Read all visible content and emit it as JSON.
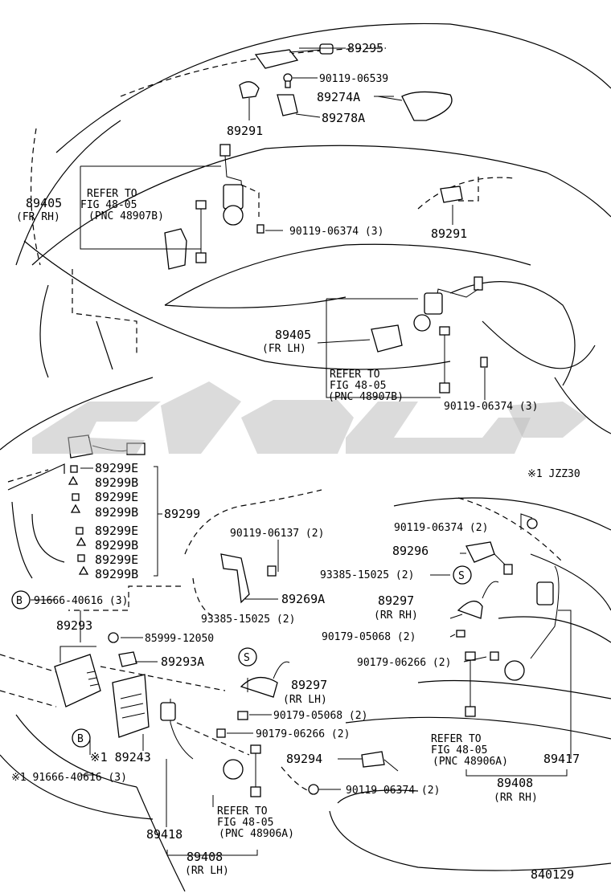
{
  "parts": {
    "p89295": "89295",
    "p90119_06539": "90119-06539",
    "p89274A": "89274A",
    "p89291_top": "89291",
    "p89278A": "89278A",
    "p89405_rh": "89405",
    "fr_rh": "(FR RH)",
    "refer1_a": "REFER TO",
    "refer1_b": "FIG 48-05",
    "refer1_c": "(PNC 48907B)",
    "p90119_06374_a": "90119-06374 (3)",
    "p89291_right": "89291",
    "p89405_lh": "89405",
    "fr_lh": "(FR LH)",
    "refer2_a": "REFER TO",
    "refer2_b": "FIG 48-05",
    "refer2_c": "(PNC 48907B)",
    "p90119_06374_b": "90119-06374 (3)",
    "jzz30": "※1 JZZ30",
    "p89299E_1": "89299E",
    "p89299B_1": "89299B",
    "p89299E_2": "89299E",
    "p89299B_2": "89299B",
    "p89299": "89299",
    "p89299E_3": "89299E",
    "p89299B_3": "89299B",
    "p89299E_4": "89299E",
    "p89299B_4": "89299B",
    "p90119_06137": "90119-06137 (2)",
    "p90119_06374_c": "90119-06374 (2)",
    "p89296": "89296",
    "p93385_15025_a": "93385-15025 (2)",
    "p89269A": "89269A",
    "p89297_rh": "89297",
    "rr_rh": "(RR RH)",
    "b1": "B",
    "p91666_40616_a": "91666-40616 (3)",
    "p93385_15025_b": "93385-15025 (2)",
    "p90179_05068_a": "90179-05068 (2)",
    "p89293": "89293",
    "p85999_12050": "85999-12050",
    "p89293A": "89293A",
    "s1": "S",
    "s2": "S",
    "p90179_06266_a": "90179-06266 (2)",
    "p89297_lh": "89297",
    "rr_lh": "(RR LH)",
    "p90179_05068_b": "90179-05068 (2)",
    "p90179_06266_b": "90179-06266 (2)",
    "refer3_a": "REFER TO",
    "refer3_b": "FIG 48-05",
    "refer3_c": "(PNC 48906A)",
    "b2": "B",
    "p89243": "※1 89243",
    "p89294": "89294",
    "p89417": "89417",
    "p91666_40616_b": "※1  91666-40616 (3)",
    "p89408_rh": "89408",
    "rr_rh2": "(RR RH)",
    "p90119_06374_d": "90119-06374 (2)",
    "refer4_a": "REFER TO",
    "refer4_b": "FIG 48-05",
    "refer4_c": "(PNC 48906A)",
    "p89418": "89418",
    "p89408_lh": "89408",
    "rr_lh2": "(RR LH)",
    "code": "840129"
  }
}
